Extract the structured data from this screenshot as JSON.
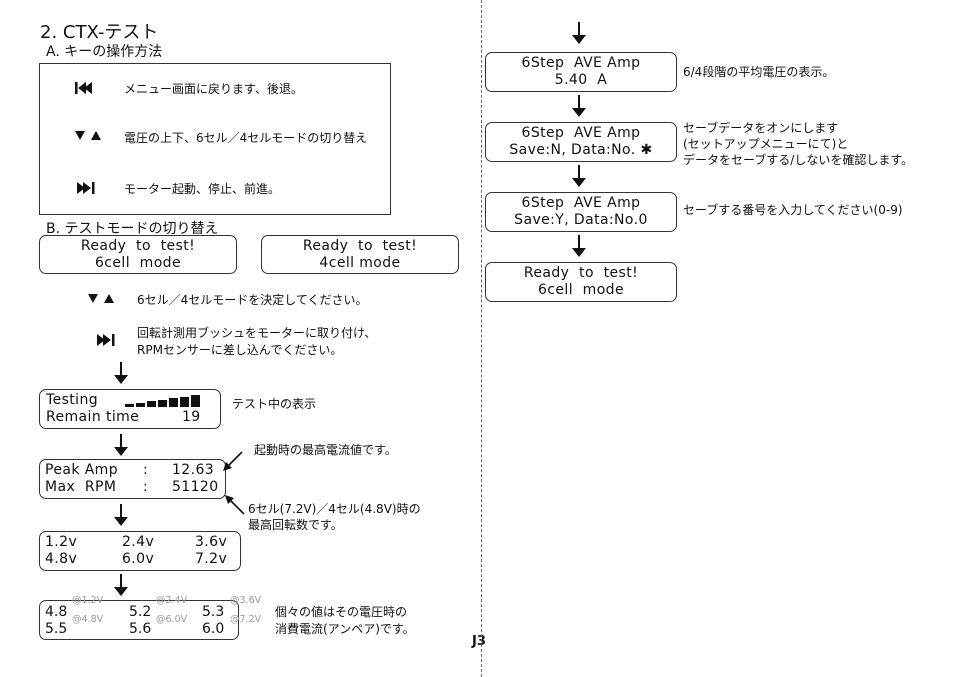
{
  "section_title": "2. CTX-テスト",
  "sub_a": "A. キーの操作方法",
  "keys": [
    {
      "icon": "rewind-icon",
      "desc": "メニュー画面に戻ります、後退。"
    },
    {
      "icon": "up-down-icon",
      "desc": "電圧の上下、6セル／4セルモードの切り替え"
    },
    {
      "icon": "play-skip-icon",
      "desc": "モーター起動、停止、前進。"
    }
  ],
  "sub_b": "B. テストモードの切り替え",
  "ready6": {
    "l1": "Ready  to  test!",
    "l2": "6cell  mode"
  },
  "ready4": {
    "l1": "Ready  to  test!",
    "l2": "4cell mode"
  },
  "decide_note": "6セル／4セルモードを決定してください。",
  "attach_note_1": "回転計測用ブッシュをモーターに取り付け、",
  "attach_note_2": "RPMセンサーに差し込んでください。",
  "testing": {
    "l1": "Testing",
    "l2_label": "Remain time",
    "l2_value": "19",
    "progress_blocks": 7
  },
  "testing_note": "テスト中の表示",
  "peak": {
    "label": "Peak Amp",
    "sep": ":",
    "value": "12.63"
  },
  "maxrpm": {
    "label": "Max  RPM",
    "sep": ":",
    "value": "51120"
  },
  "peak_note": "起動時の最高電流値です。",
  "rpm_note_1": "6セル(7.2V)／4セル(4.8V)時の",
  "rpm_note_2": "最高回転数です。",
  "volts": [
    "1.2v",
    "2.4v",
    "3.6v",
    "4.8v",
    "6.0v",
    "7.2v"
  ],
  "currents": [
    {
      "v": "4.8",
      "at": "@1.2V"
    },
    {
      "v": "5.2",
      "at": "@2.4V"
    },
    {
      "v": "5.3",
      "at": "@3.6V"
    },
    {
      "v": "5.5",
      "at": "@4.8V"
    },
    {
      "v": "5.6",
      "at": "@6.0V"
    },
    {
      "v": "6.0",
      "at": "@7.2V"
    }
  ],
  "current_note_1": "個々の値はその電圧時の",
  "current_note_2": "消費電流(アンペア)です。",
  "page_number": "J3",
  "ave": {
    "l1": "6Step  AVE Amp",
    "l2": "5.40  A"
  },
  "ave_note": "6/4段階の平均電圧の表示。",
  "save_n": {
    "l1": "6Step  AVE Amp",
    "l2": "Save:N, Data:No. ✱"
  },
  "save_n_note_1": "セーブデータをオンにします",
  "save_n_note_2": "(セットアップメニューにて)と",
  "save_n_note_3": "データをセーブする/しないを確認します。",
  "save_y": {
    "l1": "6Step  AVE Amp",
    "l2": "Save:Y, Data:No.0"
  },
  "save_y_note": "セーブする番号を入力してください(0-9)",
  "ready_final": {
    "l1": "Ready  to  test!",
    "l2": "6cell  mode"
  }
}
